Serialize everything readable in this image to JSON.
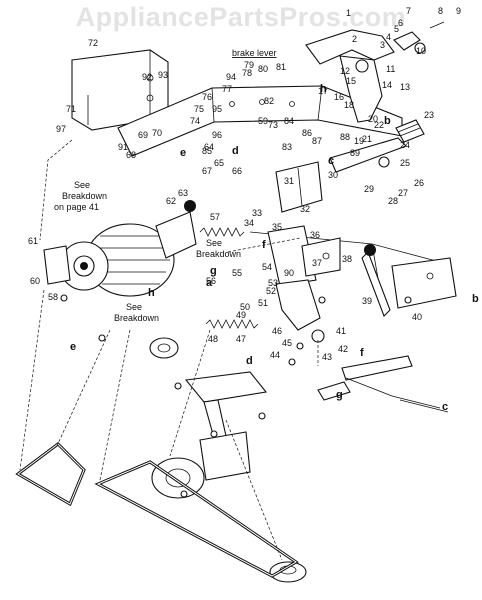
{
  "watermark": "AppliancePartsPros.com",
  "labels": {
    "brake_lever": "brake lever",
    "see_breakdown_page": [
      "See",
      "Breakdown",
      "on page 41"
    ],
    "see_breakdown_mid": [
      "See",
      "Breakdown"
    ],
    "see_breakdown_low": [
      "See",
      "Breakdown"
    ]
  },
  "callouts": [
    "1",
    "2",
    "3",
    "4",
    "5",
    "6",
    "7",
    "8",
    "9",
    "10",
    "11",
    "12",
    "13",
    "14",
    "15",
    "16",
    "17",
    "18",
    "19",
    "20",
    "21",
    "22",
    "23",
    "24",
    "25",
    "26",
    "27",
    "28",
    "29",
    "30",
    "31",
    "32",
    "33",
    "34",
    "35",
    "36",
    "37",
    "38",
    "39",
    "40",
    "41",
    "42",
    "43",
    "44",
    "45",
    "46",
    "47",
    "48",
    "49",
    "50",
    "51",
    "52",
    "53",
    "54",
    "55",
    "56",
    "57",
    "58",
    "59",
    "60",
    "61",
    "62",
    "63",
    "64",
    "65",
    "66",
    "67",
    "68",
    "69",
    "70",
    "71",
    "72",
    "73",
    "74",
    "75",
    "76",
    "77",
    "78",
    "79",
    "80",
    "81",
    "82",
    "83",
    "84",
    "85",
    "86",
    "87",
    "88",
    "89",
    "90",
    "91",
    "92",
    "93",
    "94",
    "95",
    "96",
    "97"
  ],
  "reference_letters": [
    "a",
    "b",
    "c",
    "d",
    "e",
    "f",
    "g",
    "h"
  ]
}
